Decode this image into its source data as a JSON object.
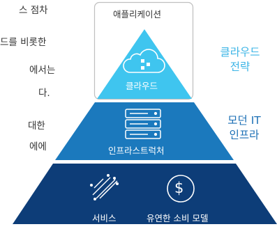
{
  "left_text": [
    "스 점차",
    "드를 비롯한",
    "에서는",
    "다.",
    "대한",
    "에에"
  ],
  "pyramid": {
    "top_box": "애플리케이션",
    "tier1": "클라우드",
    "tier2": "인프라스트럭처",
    "tier3_left": "서비스",
    "tier3_right": "유연한 소비 모델",
    "dollar": "$"
  },
  "side_labels": {
    "cloud_strategy": [
      "클라우드",
      "전략"
    ],
    "modern_it": [
      "모던 IT",
      "인프라"
    ]
  },
  "colors": {
    "tier1": "#3fc5ef",
    "tier2": "#1b79bd",
    "tier3": "#0d3d78",
    "side_cloud": "#3ab4e6",
    "side_modern": "#1b6fb5"
  }
}
